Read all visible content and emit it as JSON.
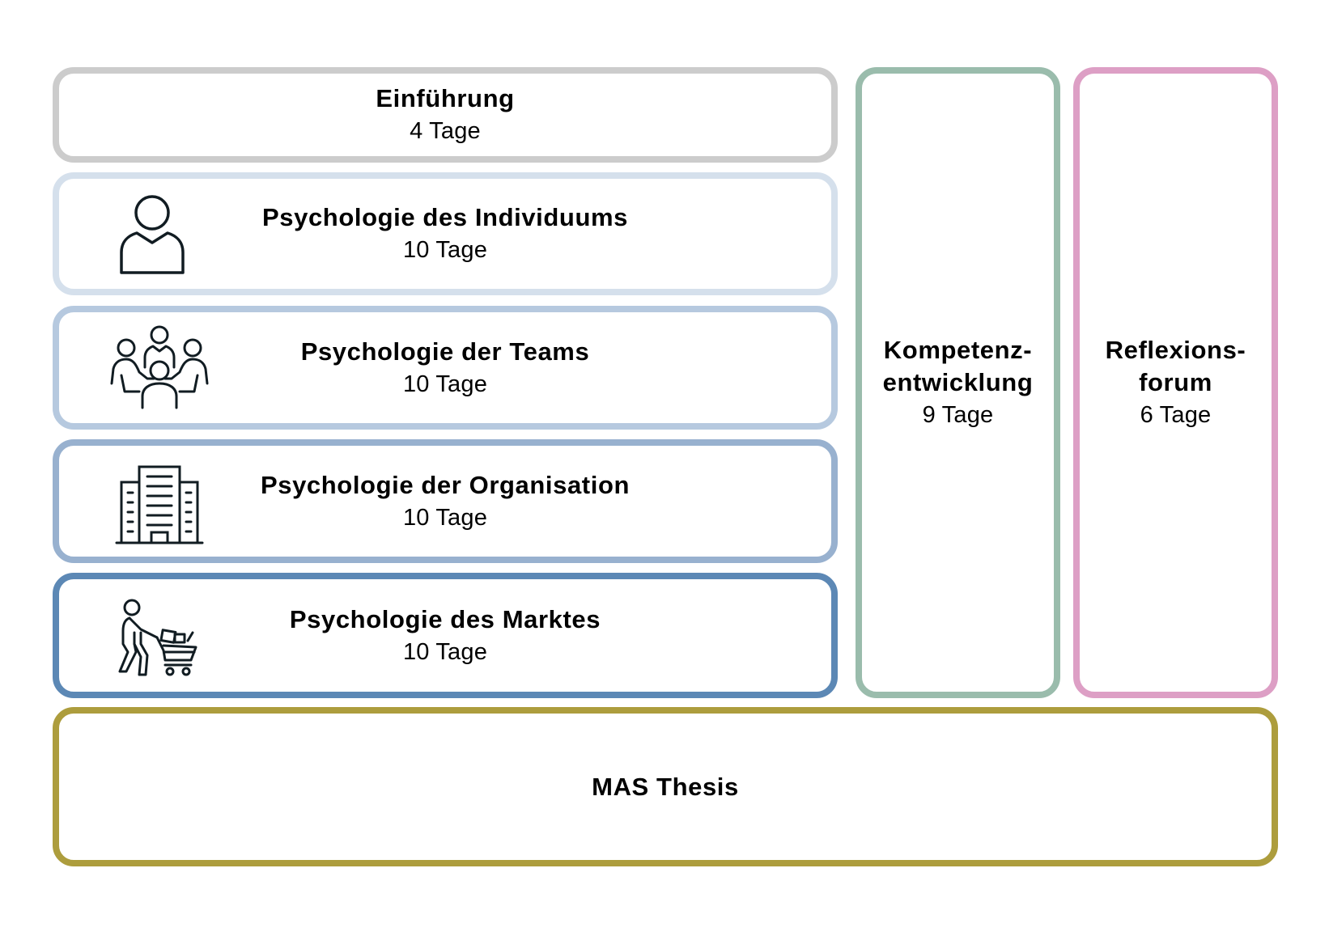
{
  "colors": {
    "einfuehrung": "#cccccc",
    "individuum": "#d5e0ec",
    "teams": "#b6c9df",
    "organisation": "#98b1cf",
    "markt": "#5c88b5",
    "kompetenz": "#9abcac",
    "reflexion": "#dd9fc5",
    "thesis": "#ad9d3d"
  },
  "modules": [
    {
      "title": "Einführung",
      "days": "4 Tage",
      "icon": null
    },
    {
      "title": "Psychologie des Individuums",
      "days": "10 Tage",
      "icon": "person-icon"
    },
    {
      "title": "Psychologie der Teams",
      "days": "10 Tage",
      "icon": "team-meeting-icon"
    },
    {
      "title": "Psychologie der Organisation",
      "days": "10 Tage",
      "icon": "office-building-icon"
    },
    {
      "title": "Psychologie des Marktes",
      "days": "10 Tage",
      "icon": "shopping-cart-person-icon"
    }
  ],
  "side_modules": [
    {
      "title_line1": "Kompetenz-",
      "title_line2": "entwicklung",
      "days": "9 Tage"
    },
    {
      "title_line1": "Reflexions-",
      "title_line2": "forum",
      "days": "6 Tage"
    }
  ],
  "thesis": {
    "title": "MAS Thesis"
  }
}
